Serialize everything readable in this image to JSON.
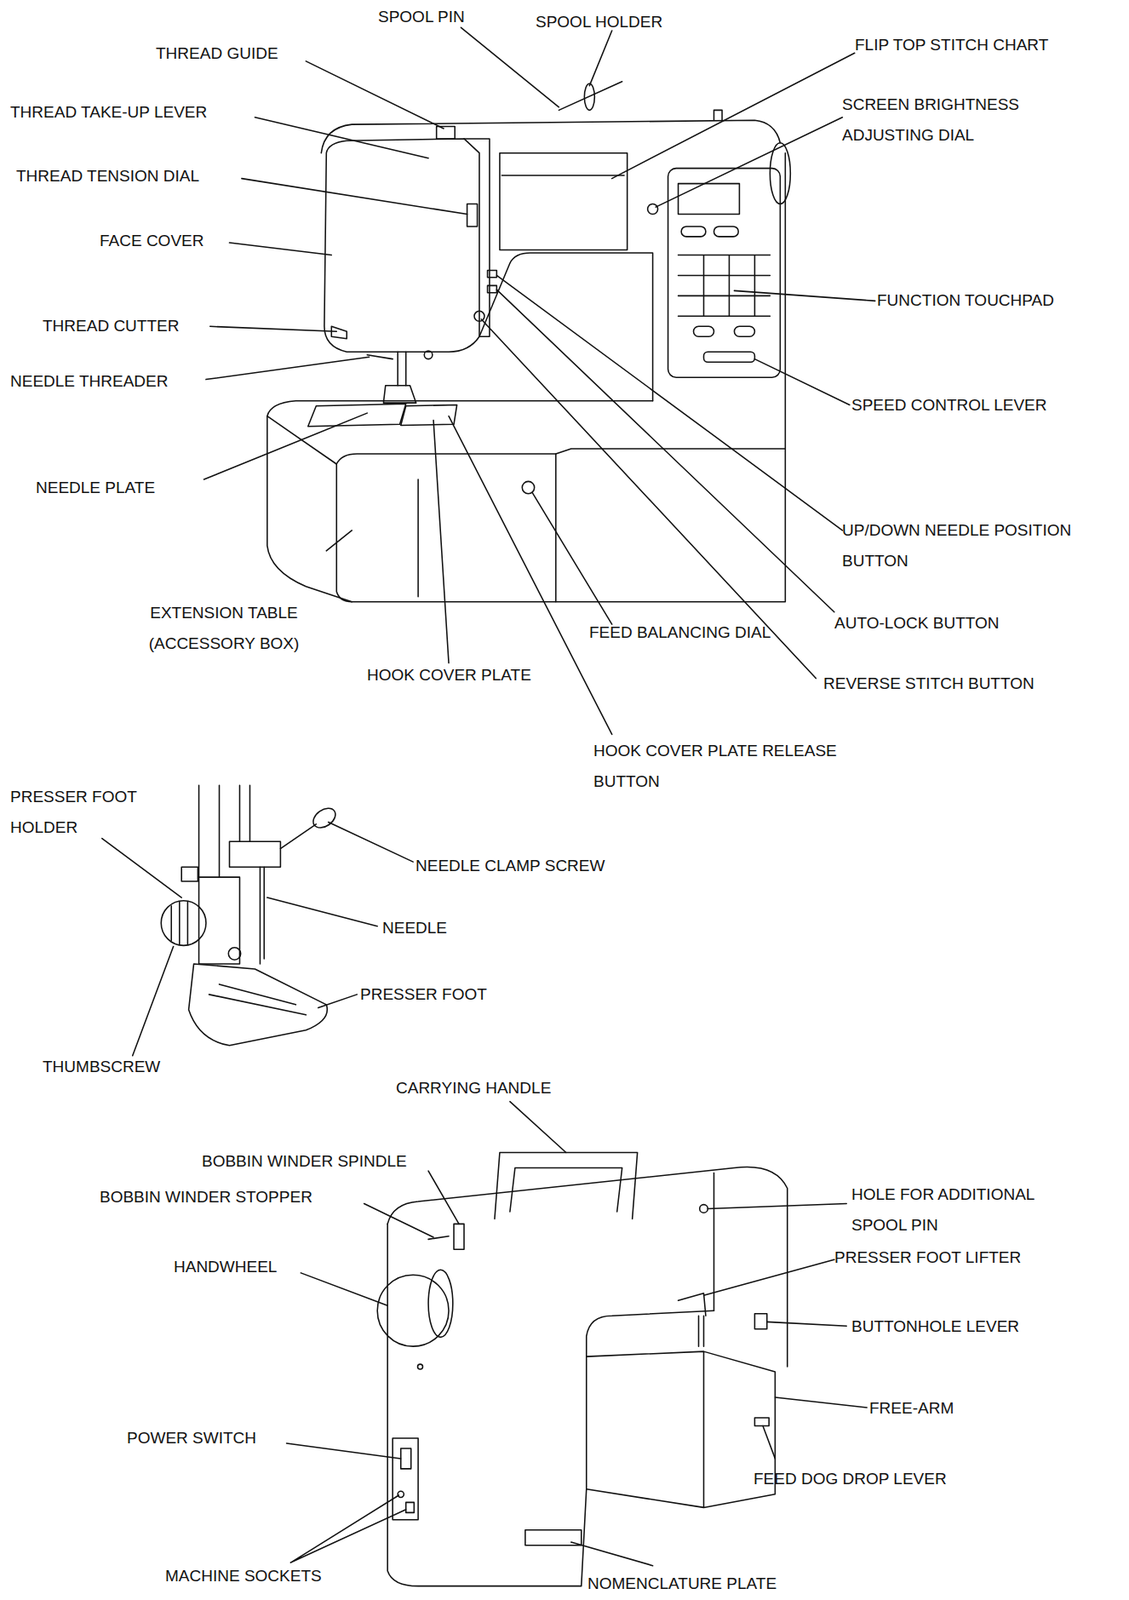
{
  "diagram": {
    "labels": [
      "SPOOL PIN",
      "SPOOL HOLDER",
      "THREAD GUIDE",
      "FLIP TOP STITCH CHART",
      "THREAD TAKE-UP LEVER",
      "SCREEN BRIGHTNESS ADJUSTING DIAL",
      "THREAD TENSION DIAL",
      "FACE COVER",
      "FUNCTION TOUCHPAD",
      "THREAD CUTTER",
      "NEEDLE THREADER",
      "SPEED CONTROL LEVER",
      "NEEDLE PLATE",
      "UP/DOWN NEEDLE POSITION BUTTON",
      "EXTENSION TABLE (ACCESSORY BOX)",
      "FEED BALANCING DIAL",
      "AUTO-LOCK BUTTON",
      "HOOK COVER PLATE",
      "REVERSE STITCH BUTTON",
      "HOOK COVER PLATE RELEASE BUTTON",
      "PRESSER FOOT HOLDER",
      "NEEDLE CLAMP SCREW",
      "NEEDLE",
      "PRESSER FOOT",
      "THUMBSCREW",
      "CARRYING HANDLE",
      "BOBBIN WINDER SPINDLE",
      "BOBBIN WINDER STOPPER",
      "HOLE FOR ADDITIONAL SPOOL PIN",
      "PRESSER FOOT LIFTER",
      "HANDWHEEL",
      "BUTTONHOLE LEVER",
      "FREE-ARM",
      "POWER SWITCH",
      "FEED DOG DROP LEVER",
      "MACHINE SOCKETS",
      "NOMENCLATURE PLATE"
    ]
  }
}
